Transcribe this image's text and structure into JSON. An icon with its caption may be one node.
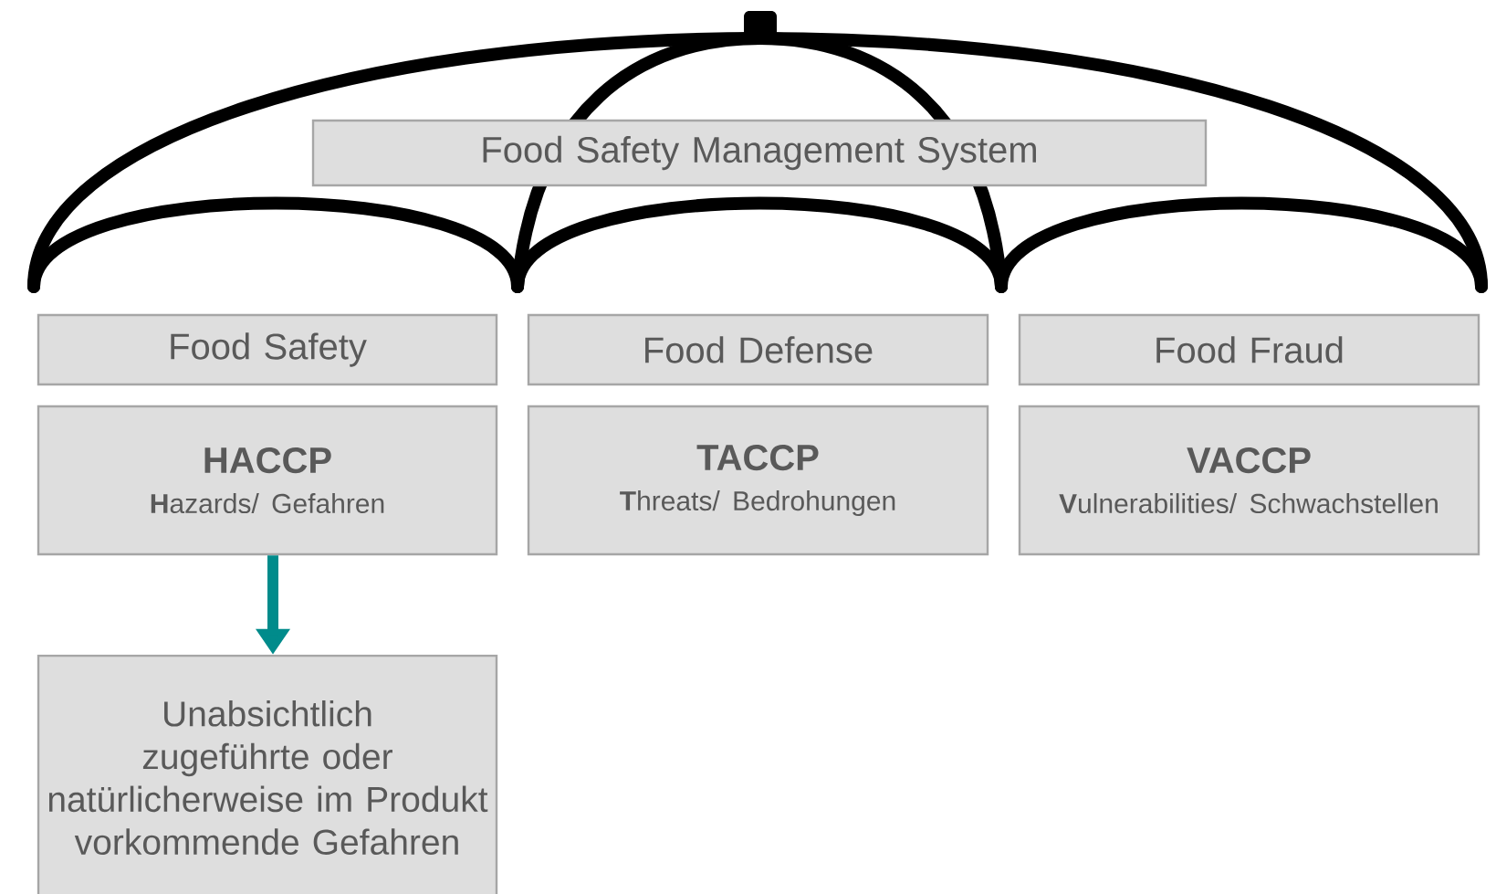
{
  "diagram": {
    "nodes": [
      {
        "text": [
          "Food Safety Management System"
        ]
      },
      {
        "text": [
          "Food Safety"
        ]
      },
      {
        "text": [
          "Food Defense"
        ]
      },
      {
        "text": [
          "Food Fraud"
        ]
      },
      {
        "text": [
          "HACCP",
          "**H**azards/ Gefahren"
        ]
      },
      {
        "text": [
          "TACCP",
          "**T**hreats/ Bedrohungen"
        ]
      },
      {
        "text": [
          "VACCP",
          "**V**ulnerabilities/ Schwachstellen"
        ]
      },
      {
        "text": [
          "Unabsichtlich zugeführte oder natürlicherweise im Produkt vorkommende Gefahren"
        ]
      }
    ],
    "edges": [
      {
        "from": 4,
        "to": 7,
        "arrow": "to",
        "color": "#008b8b"
      }
    ]
  }
}
